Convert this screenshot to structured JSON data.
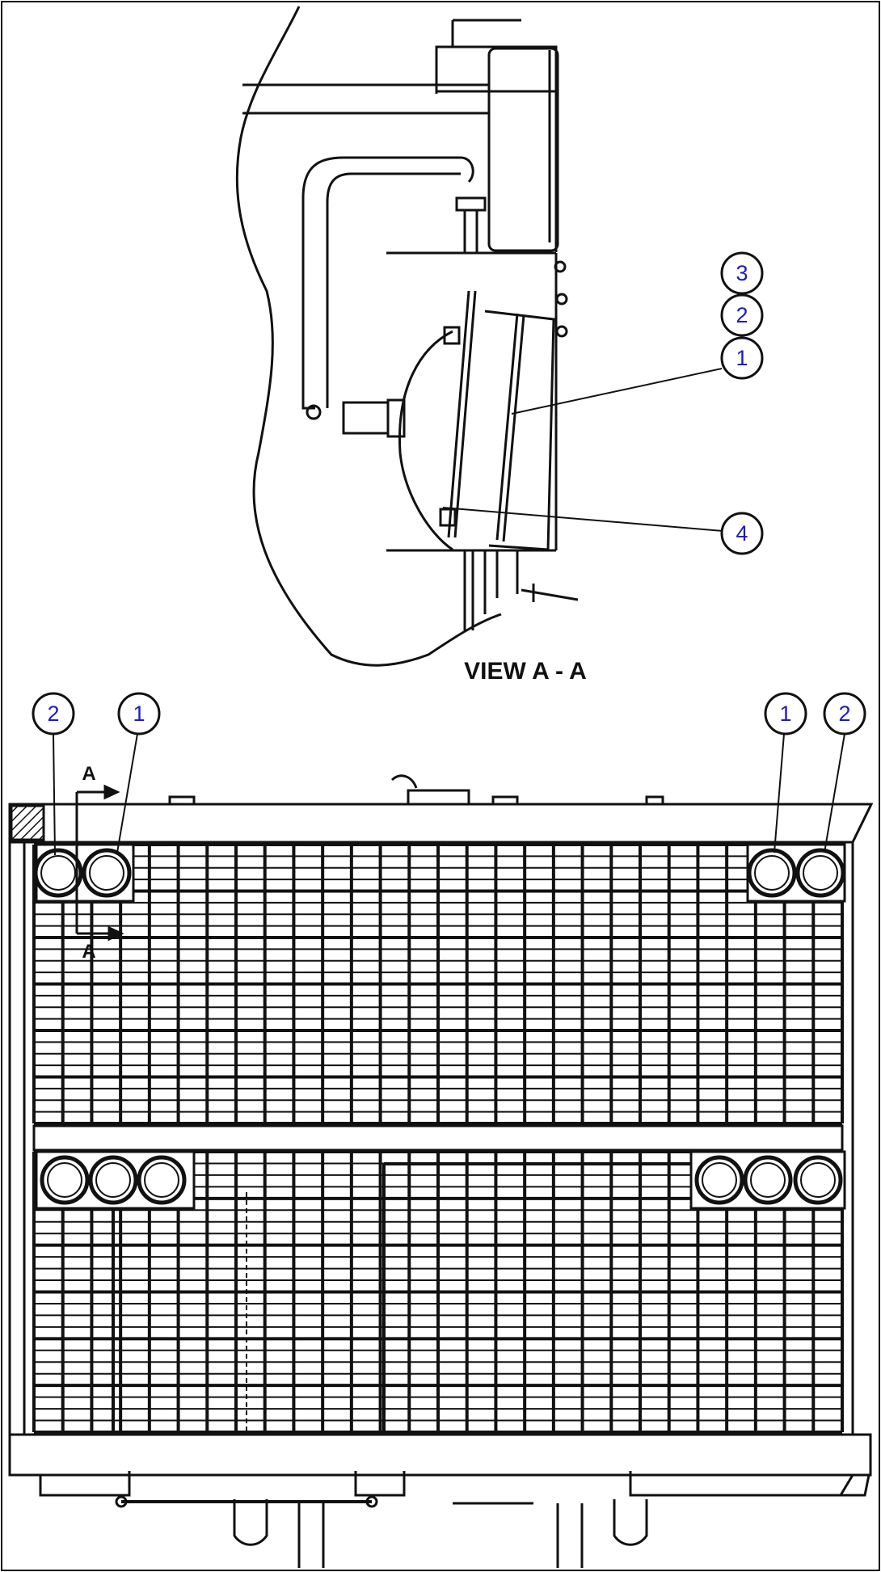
{
  "view_label": "VIEW A - A",
  "section_letter": "A",
  "callouts_view": [
    "3",
    "2",
    "1",
    "4"
  ],
  "callouts_main": [
    "2",
    "1",
    "1",
    "2"
  ],
  "colors": {
    "line": "#111111",
    "callout_text": "#1a1acc",
    "background": "#ffffff"
  }
}
